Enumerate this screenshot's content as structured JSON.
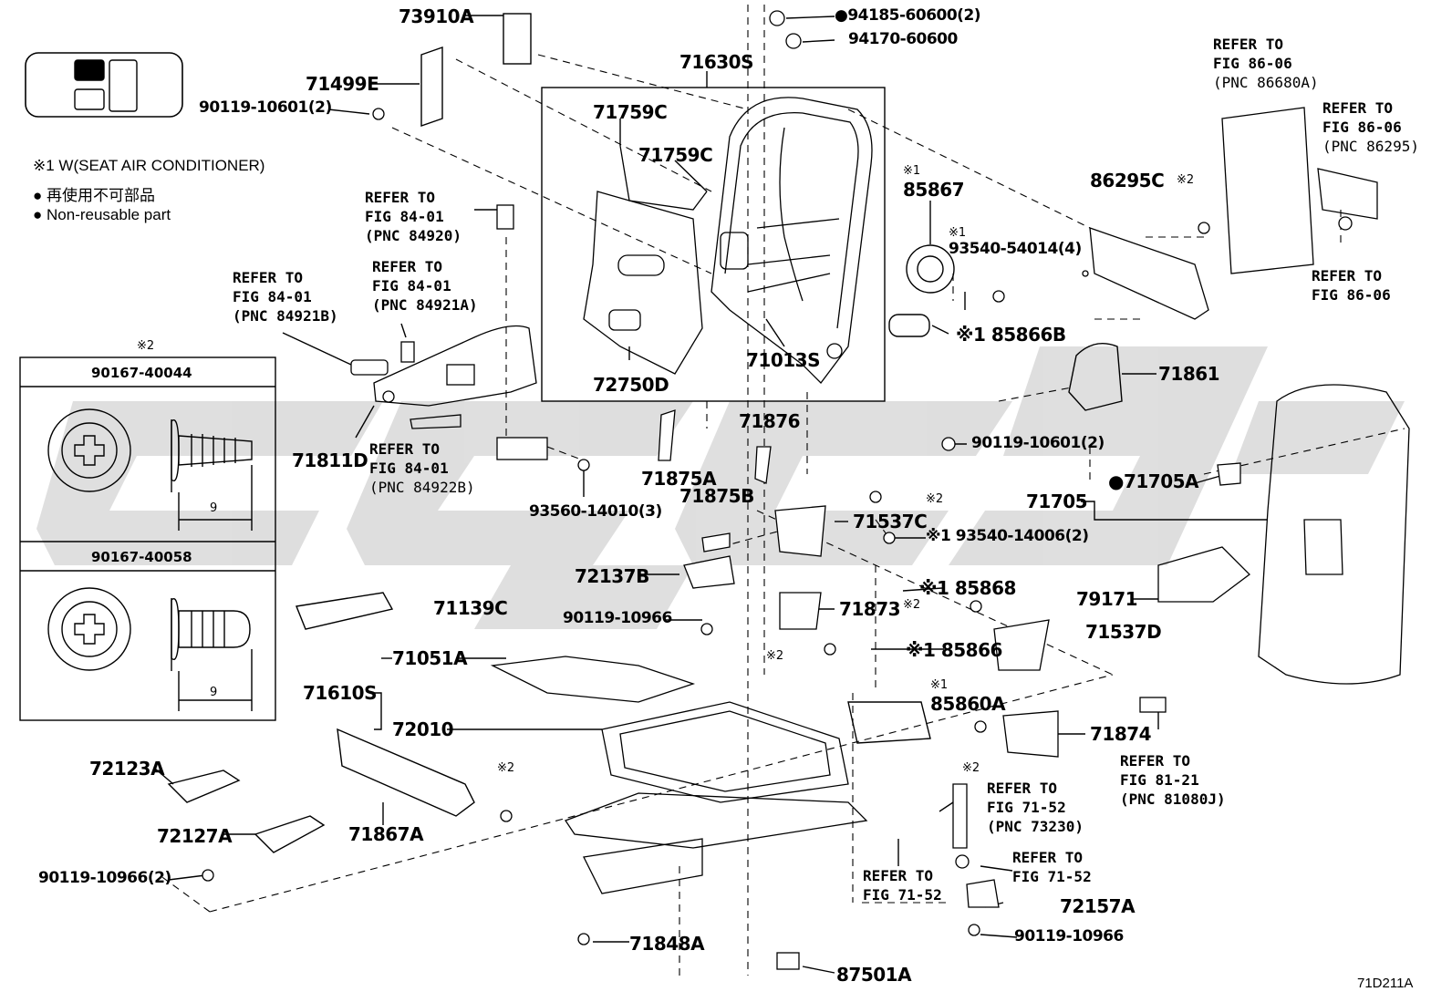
{
  "figure_id": "71D211A",
  "legend": {
    "note1": "※1 W(SEAT AIR CONDITIONER)",
    "note_jp": "再使用不可部品",
    "note_en": "Non-reusable part",
    "bullet": "●"
  },
  "fastener_box": {
    "mark": "※2",
    "part_a": "90167-40044",
    "part_b": "90167-40058",
    "dim_a": "9",
    "dim_b": "9"
  },
  "labels": {
    "p73910A": "73910A",
    "p71499E": "71499E",
    "p90119_10601_2a": "90119-10601(2)",
    "p94185": "●94185-60600(2)",
    "p94170": "94170-60600",
    "p71630S": "71630S",
    "p71759C_a": "71759C",
    "p71759C_b": "71759C",
    "p72750D": "72750D",
    "p71013S": "71013S",
    "p85867": "85867",
    "p85867_mark": "※1",
    "p93540_54014": "93540-54014(4)",
    "p93540_mark": "※1",
    "p85866B": "※1 85866B",
    "p86295C": "86295C",
    "p86295C_mark": "※2",
    "p71861": "71861",
    "p71811D": "71811D",
    "p93560": "93560-14010(3)",
    "p71875A": "71875A",
    "p71876": "71876",
    "p90119_10601_2b": "90119-10601(2)",
    "p71705A": "●71705A",
    "p71705": "71705",
    "p71875B": "71875B",
    "p71537C": "71537C",
    "p71537C_mark": "※2",
    "p93540_14006": "※1 93540-14006(2)",
    "p72137B": "72137B",
    "p85868": "※1 85868",
    "p71139C": "71139C",
    "p90119_10966_a": "90119-10966",
    "p71873": "71873",
    "p71873_mark": "※2",
    "p79171": "79171",
    "p71537D": "71537D",
    "p71051A": "71051A",
    "p85866": "※1 85866",
    "p85866_mark": "※2",
    "p71610S": "71610S",
    "p85860A": "85860A",
    "p85860A_mark": "※1",
    "p72010": "72010",
    "p71874": "71874",
    "p71874_mark": "※2",
    "p72123A": "72123A",
    "p72127A": "72127A",
    "p71867A": "71867A",
    "p71867A_mark": "※2",
    "p90119_10966_2": "90119-10966(2)",
    "p72157A": "72157A",
    "p90119_10966_b": "90119-10966",
    "p71848A": "71848A",
    "p87501A": "87501A"
  },
  "refs": {
    "r84921B": {
      "l1": "REFER TO",
      "l2": "FIG 84-01",
      "l3": "(PNC 84921B)"
    },
    "r84921A": {
      "l1": "REFER TO",
      "l2": "FIG 84-01",
      "l3": "(PNC 84921A)"
    },
    "r84920": {
      "l1": "REFER TO",
      "l2": "FIG 84-01",
      "l3": "(PNC 84920)"
    },
    "r84922B": {
      "l1": "REFER TO",
      "l2": "FIG 84-01",
      "l3": "(PNC 84922B)"
    },
    "r86680A": {
      "l1": "REFER TO",
      "l2": "FIG 86-06",
      "l3": "(PNC 86680A)"
    },
    "r86295": {
      "l1": "REFER TO",
      "l2": "FIG 86-06",
      "l3": "(PNC 86295)"
    },
    "r86_06": {
      "l1": "REFER TO",
      "l2": "FIG 86-06"
    },
    "r73230": {
      "l1": "REFER TO",
      "l2": "FIG 71-52",
      "l3": "(PNC 73230)"
    },
    "r81080J": {
      "l1": "REFER TO",
      "l2": "FIG 81-21",
      "l3": "(PNC 81080J)"
    },
    "r71_52a": {
      "l1": "REFER TO",
      "l2": "FIG 71-52"
    },
    "r71_52b": {
      "l1": "REFER TO",
      "l2": "FIG 71-52"
    }
  },
  "colors": {
    "ink": "#000000",
    "watermark": "#d9d9d9",
    "part_fill": "#ffffff"
  },
  "icons": {
    "seat_indicator": "seat-position-icon",
    "screw_head": "phillips-screw-icon"
  }
}
